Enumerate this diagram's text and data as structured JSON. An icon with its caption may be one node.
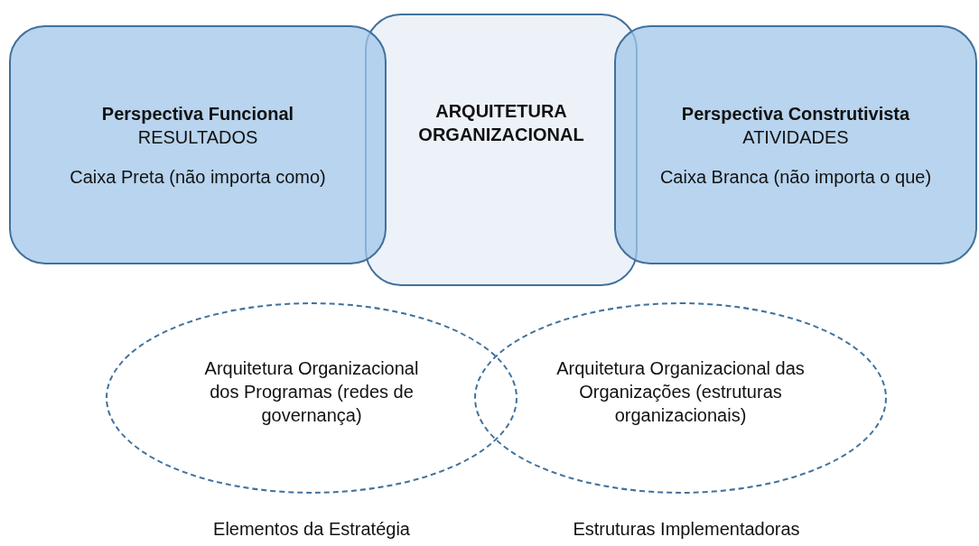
{
  "diagram": {
    "nodes": [
      {
        "text": [
          "Perspectiva Funcional",
          "RESULTADOS",
          "Caixa Preta (não importa como)"
        ]
      },
      {
        "text": [
          "ARQUITETURA ORGANIZACIONAL"
        ]
      },
      {
        "text": [
          "Perspectiva Construtivista",
          "ATIVIDADES",
          "Caixa Branca (não importa o que)"
        ]
      },
      {
        "text": [
          "Arquitetura Organizacional dos Programas (redes de governança)"
        ]
      },
      {
        "text": [
          "Arquitetura Organizacional das Organizações (estruturas organizacionais)"
        ]
      }
    ],
    "labels": [
      "Elementos da Estratégia",
      "Estruturas Implementadoras"
    ]
  }
}
